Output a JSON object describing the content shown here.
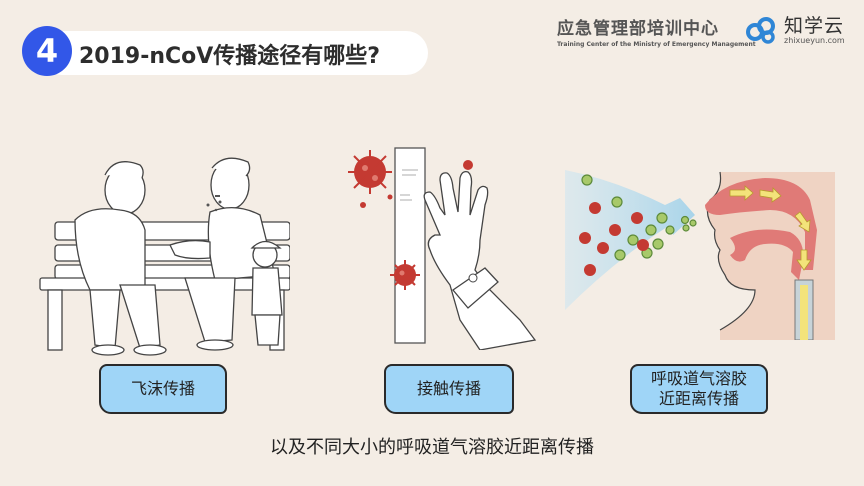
{
  "header": {
    "section_number": "4",
    "title": "2019-nCoV传播途径有哪些?",
    "accent_color": "#3257e8"
  },
  "organization": {
    "name_cn": "应急管理部培训中心",
    "name_en": "Training Center of the Ministry of Emergency Management"
  },
  "brand": {
    "name_cn": "知学云",
    "domain": "zhixueyun.com",
    "logo_icon": "linked-cloud-logo",
    "color": "#2f86d6"
  },
  "transmission_routes": [
    {
      "label": "飞沫传播",
      "illustration": "people-talking-on-bench-icon"
    },
    {
      "label": "接触传播",
      "illustration": "hand-touching-contaminated-surface-icon"
    },
    {
      "label_line1": "呼吸道气溶胶",
      "label_line2": "近距离传播",
      "illustration": "aerosol-inhalation-diagram-icon"
    }
  ],
  "label_box_color": "#9fd5f7",
  "caption": "以及不同大小的呼吸道气溶胶近距离传播"
}
